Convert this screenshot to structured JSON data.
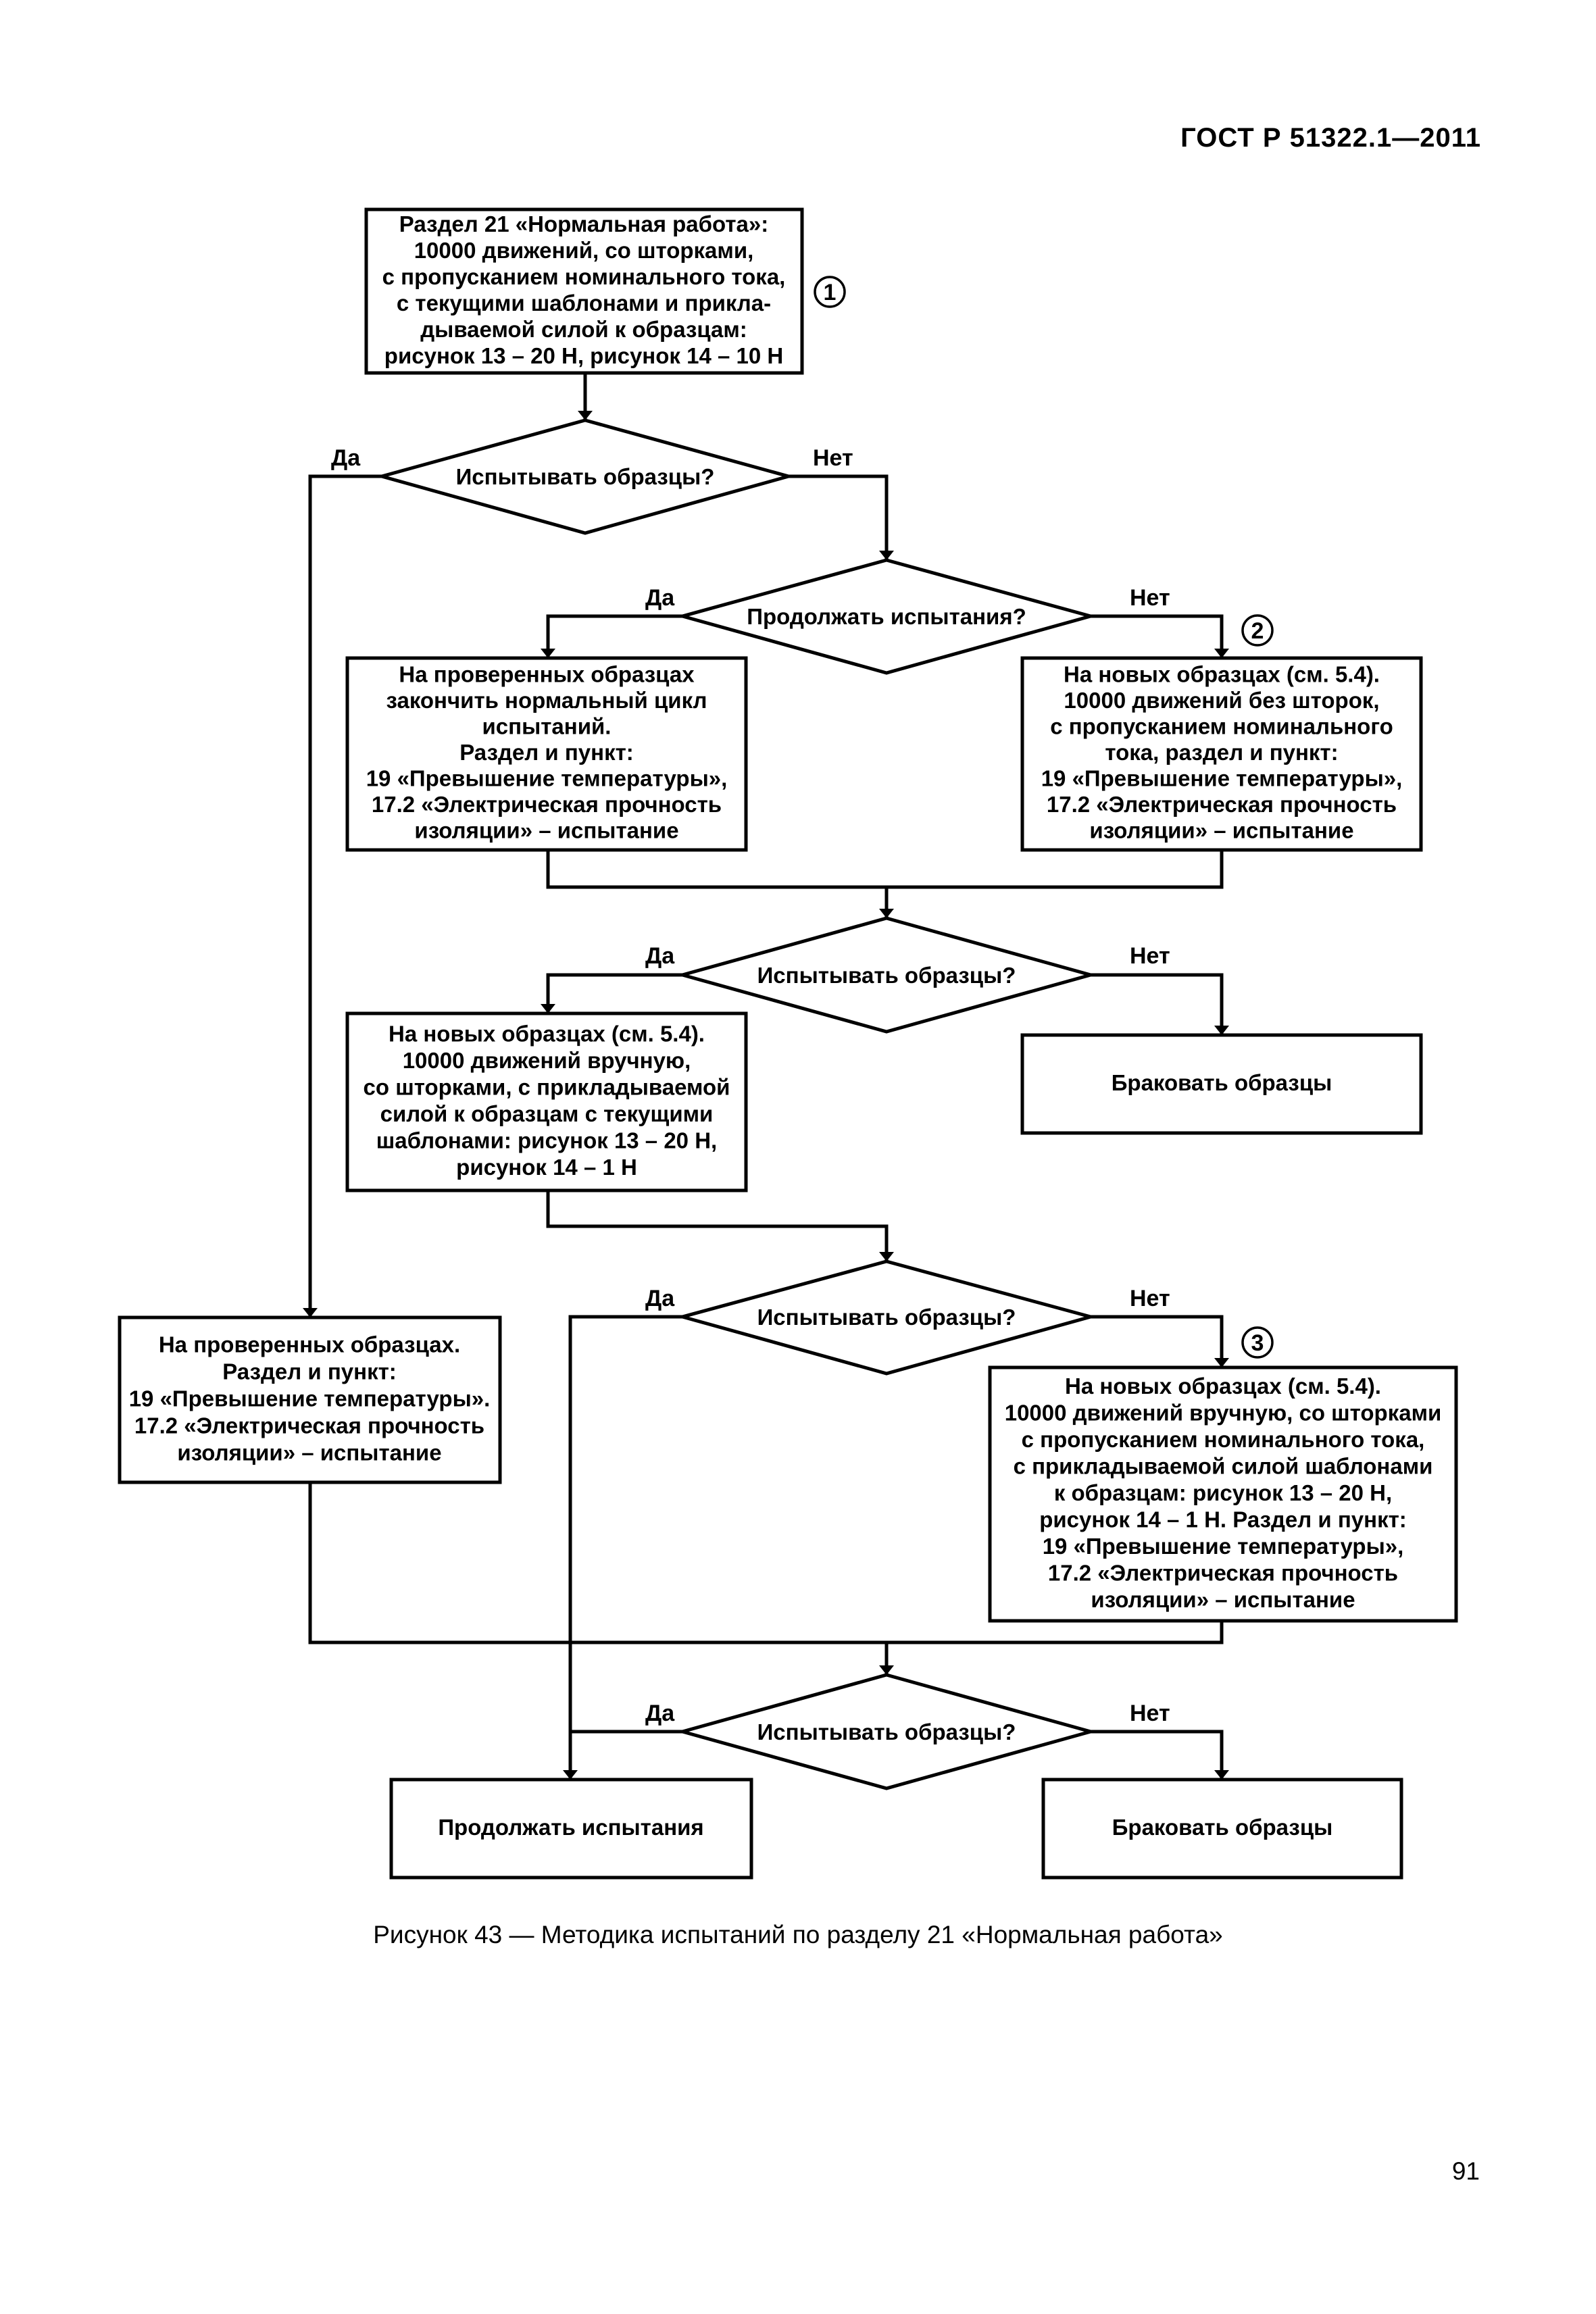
{
  "header": {
    "standard": "ГОСТ Р 51322.1—2011"
  },
  "page_number": "91",
  "caption": "Рисунок 43 — Методика испытаний по разделу 21 «Нормальная работа»",
  "labels": {
    "yes": "Да",
    "no": "Нет"
  },
  "markers": [
    "1",
    "2",
    "3"
  ],
  "boxes": {
    "start": [
      "Раздел 21 «Нормальная работа»:",
      "10000 движений, со шторками,",
      "с пропусканием номинального тока,",
      "с текущими шаблонами и прикла-",
      "дываемой силой к образцам:",
      "рисунок 13 – 20 Н, рисунок 14 – 10 Н"
    ],
    "checked_finish": [
      "На проверенных образцах",
      "закончить нормальный цикл",
      "испытаний.",
      "Раздел и пункт:",
      "19 «Превышение температуры»,",
      "17.2 «Электрическая прочность",
      "изоляции» – испытание"
    ],
    "new_no_shutters": [
      "На новых образцах (см. 5.4).",
      "10000 движений без шторок,",
      "с пропусканием номинального",
      "тока, раздел и пункт:",
      "19 «Превышение температуры»,",
      "17.2 «Электрическая прочность",
      "изоляции» – испытание"
    ],
    "new_manual": [
      "На новых образцах (см. 5.4).",
      "10000 движений вручную,",
      "со шторками, с прикладываемой",
      "силой к образцам с текущими",
      "шаблонами: рисунок 13 – 20 Н,",
      "рисунок 14 – 1 Н"
    ],
    "reject_1": [
      "Браковать образцы"
    ],
    "checked_left": [
      "На проверенных образцах.",
      "Раздел и пункт:",
      "19 «Превышение температуры».",
      "17.2 «Электрическая прочность",
      "изоляции» – испытание"
    ],
    "new_manual_current": [
      "На новых образцах (см. 5.4).",
      "10000 движений вручную, со шторками",
      "с пропусканием номинального тока,",
      "с прикладываемой силой шаблонами",
      "к образцам: рисунок 13 – 20 Н,",
      "рисунок 14 – 1 Н. Раздел и пункт:",
      "19 «Превышение температуры»,",
      "17.2 «Электрическая прочность",
      "изоляции» – испытание"
    ],
    "continue": [
      "Продолжать испытания"
    ],
    "reject_2": [
      "Браковать образцы"
    ]
  },
  "decisions": {
    "d1": "Испытывать образцы?",
    "d2": "Продолжать испытания?",
    "d3": "Испытывать образцы?",
    "d4": "Испытывать образцы?",
    "d5": "Испытывать образцы?"
  }
}
